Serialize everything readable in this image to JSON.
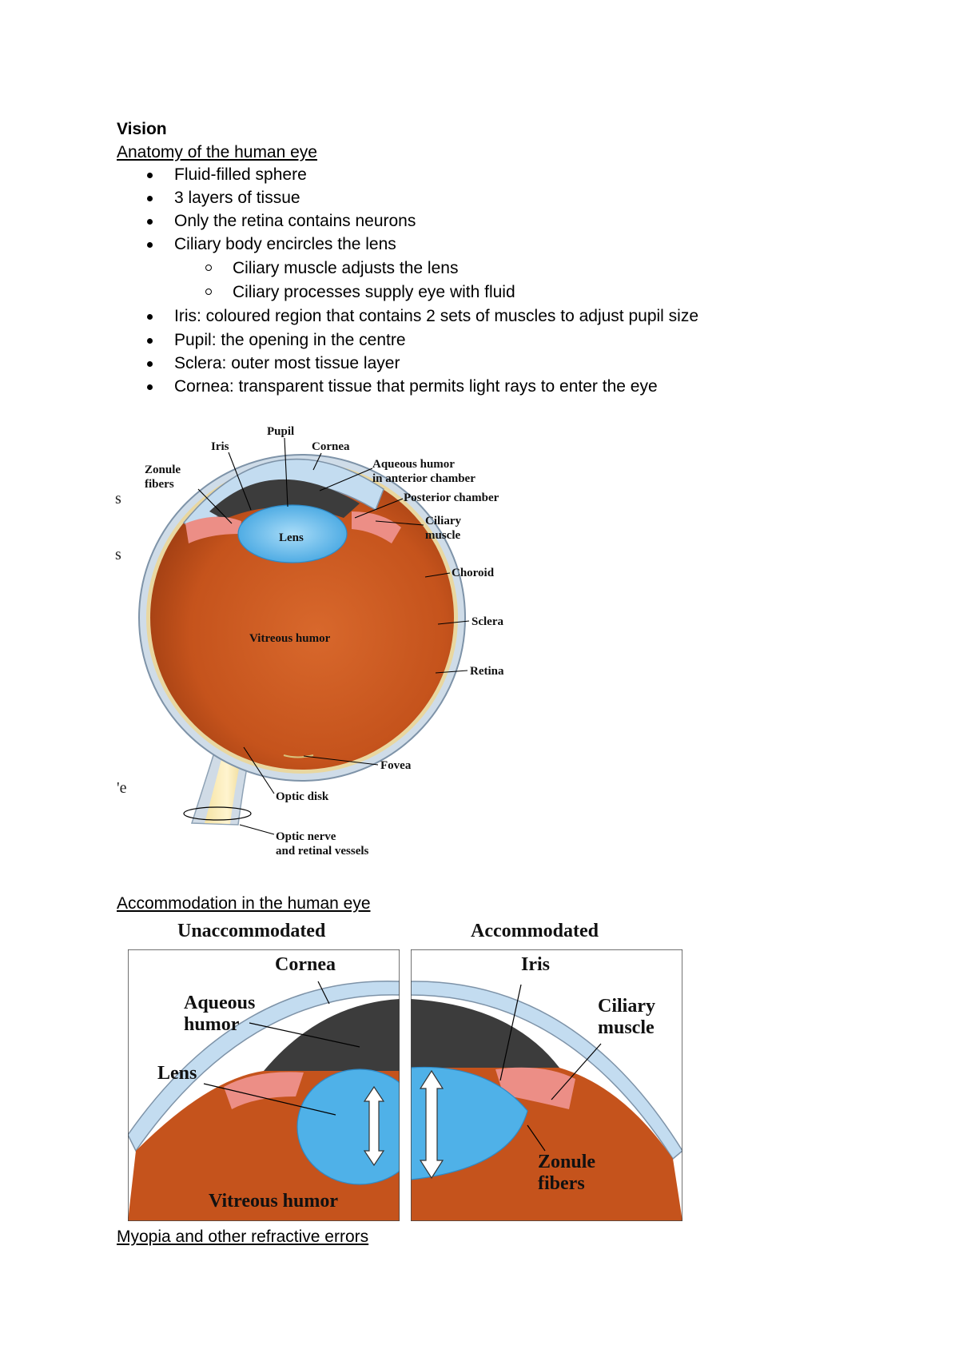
{
  "title": "Vision",
  "section1": {
    "heading": "Anatomy of the human eye",
    "bullets": [
      "Fluid-filled sphere",
      "3 layers of tissue",
      "Only the retina contains neurons",
      "Ciliary body encircles the lens"
    ],
    "sub_bullets": [
      "Ciliary muscle adjusts the lens",
      "Ciliary processes supply eye with fluid"
    ],
    "bullets2": [
      "Iris: coloured region that contains 2 sets of muscles to adjust pupil size",
      "Pupil: the opening in the centre",
      "Sclera: outer most tissue layer",
      "Cornea: transparent tissue that permits light rays to enter the eye"
    ]
  },
  "eye_diagram": {
    "labels": {
      "pupil": "Pupil",
      "iris": "Iris",
      "cornea": "Cornea",
      "zonule1": "Zonule",
      "zonule2": "fibers",
      "aqueous1": "Aqueous humor",
      "aqueous2": "in anterior chamber",
      "posterior": "Posterior chamber",
      "ciliary1": "Ciliary",
      "ciliary2": "muscle",
      "lens": "Lens",
      "choroid": "Choroid",
      "sclera": "Sclera",
      "vitreous": "Vitreous humor",
      "retina": "Retina",
      "fovea": "Fovea",
      "optic_disk": "Optic disk",
      "optic_nerve1": "Optic nerve",
      "optic_nerve2": "and retinal vessels"
    },
    "cut_fragments": [
      "s",
      "s",
      "'e"
    ]
  },
  "section2": {
    "heading": "Accommodation in the human eye",
    "panel_left": {
      "title": "Unaccommodated",
      "cornea": "Cornea",
      "aqueous1": "Aqueous",
      "aqueous2": "humor",
      "lens": "Lens",
      "vitreous": "Vitreous humor"
    },
    "panel_right": {
      "title": "Accommodated",
      "iris": "Iris",
      "ciliary1": "Ciliary",
      "ciliary2": "muscle",
      "zonule1": "Zonule",
      "zonule2": "fibers"
    }
  },
  "section3": {
    "heading": "Myopia and other refractive errors"
  },
  "colors": {
    "vitreous": "#c5531c",
    "lens": "#4fb1e8",
    "cornea": "#c3dcf0",
    "aqueous": "#3c3c3c",
    "ciliary": "#ec8e86"
  }
}
